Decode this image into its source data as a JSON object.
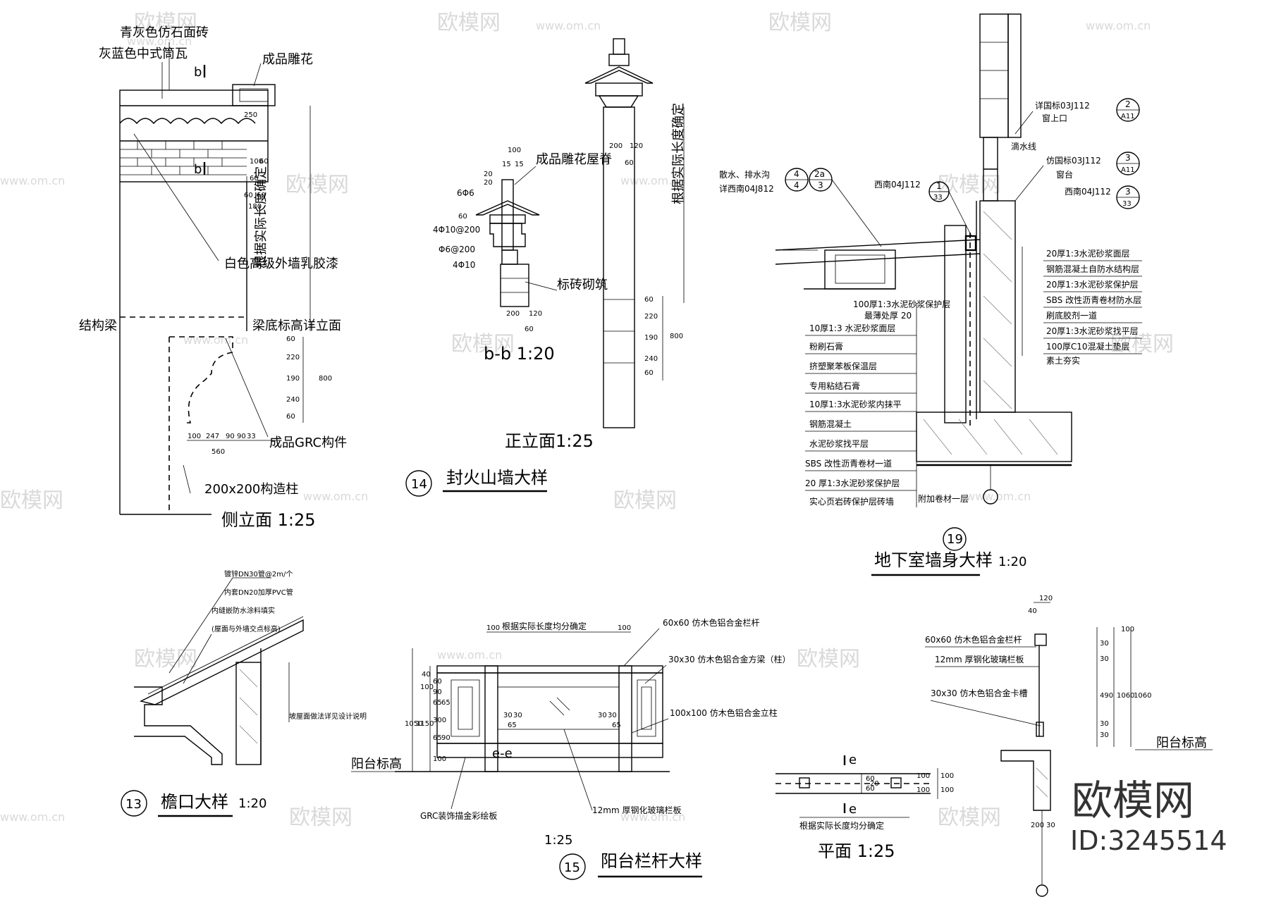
{
  "watermark": {
    "text": "欧模网",
    "url": "www.om.cn"
  },
  "brand": {
    "name": "欧模网",
    "id": "ID:3245514"
  },
  "side_elevation": {
    "title": "侧立面  1:25",
    "labels": [
      "青灰色仿石面砖",
      "灰蓝色中式筒瓦",
      "成品雕花",
      "白色高级外墙乳胶漆",
      "结构梁",
      "梁底标高详立面",
      "成品GRC构件",
      "200x200构造柱",
      "根据实际长度确定"
    ],
    "section_marks": [
      "b",
      "b"
    ],
    "dims": [
      "250",
      "60",
      "60",
      "60",
      "180",
      "60",
      "220",
      "190",
      "240",
      "60",
      "800",
      "100",
      "247",
      "90",
      "90",
      "33",
      "560",
      "100",
      "60"
    ]
  },
  "detail_14": {
    "number": "14",
    "title": "封火山墙大样",
    "bb_title": "b-b  1:20",
    "front_title": "正立面1:25",
    "labels": [
      "成品雕花屋脊",
      "6Φ6",
      "4Φ10@200",
      "Φ6@200",
      "4Φ10",
      "标砖砌筑",
      "根据实际长度确定"
    ],
    "dims": [
      "100",
      "15",
      "15",
      "20",
      "20",
      "60",
      "200",
      "120",
      "60",
      "200",
      "120",
      "60",
      "60",
      "220",
      "190",
      "240",
      "60",
      "800"
    ]
  },
  "detail_19": {
    "number": "19",
    "title": "地下室墙身大样",
    "scale": "1:20",
    "top_refs": [
      {
        "text": "散水、排水沟",
        "a": "4",
        "b": "4",
        "c": "2a",
        "d": "3"
      },
      {
        "text": "详西南04J812"
      },
      {
        "text": "西南04J112",
        "a": "1",
        "b": "33"
      },
      {
        "text": "详国标03J112",
        "a": "2",
        "b": "A11"
      },
      {
        "text": "窗上口"
      },
      {
        "text": "滴水线"
      },
      {
        "text": "仿国标03J112",
        "a": "3",
        "b": "A11"
      },
      {
        "text": "窗台"
      },
      {
        "text": "西南04J112",
        "a": "3",
        "b": "33"
      }
    ],
    "layers_right": [
      "20厚1:3水泥砂浆面层",
      "钢筋混凝土自防水结构层",
      "20厚1:3水泥砂浆保护层",
      "SBS 改性沥青卷材防水层",
      "刷底胶剂一道",
      "20厚1:3水泥砂浆找平层",
      "100厚C10混凝土垫层",
      "素土夯实"
    ],
    "layers_left": [
      "100厚1:3水泥砂浆保护层",
      "最薄处厚 20",
      "10厚1:3 水泥砂浆面层",
      "粉刷石膏",
      "挤塑聚苯板保温层",
      "专用粘结石膏",
      "10厚1:3水泥砂浆内抹平",
      "钢筋混凝土",
      "水泥砂浆找平层",
      "SBS 改性沥青卷材一道",
      "20 厚1:3水泥砂浆保护层",
      "实心页岩砖保护层砖墙",
      "附加卷材一层"
    ]
  },
  "detail_13": {
    "number": "13",
    "title": "檐口大样",
    "scale": "1:20",
    "labels": [
      "镀锌DN30管@2m/个",
      "内套DN20加厚PVC管",
      "内缝嵌防水涂料填实",
      "(屋面与外墙交点标高)",
      "坡屋面做法详见设计说明"
    ]
  },
  "detail_15": {
    "number": "15",
    "title": "阳台栏杆大样",
    "scale": "1:25",
    "section": "e-e",
    "labels": [
      "根据实际长度均分确定",
      "60x60  仿木色铝合金栏杆",
      "30x30  仿木色铝合金方梁（柱）",
      "100x100  仿木色铝合金立柱",
      "阳台标高",
      "GRC装饰描金彩绘板",
      "12mm   厚钢化玻璃栏板"
    ],
    "dims": [
      "100",
      "100",
      "40",
      "100",
      "60",
      "90",
      "65",
      "65",
      "300",
      "1050",
      "1150",
      "65",
      "90",
      "100",
      "30",
      "30",
      "65",
      "30",
      "30",
      "65"
    ]
  },
  "plan": {
    "title": "平面   1:25",
    "marks": [
      "e",
      "e"
    ],
    "labels": [
      "根据实际长度均分确定"
    ],
    "dims": [
      "100",
      "100",
      "60",
      "60",
      "20",
      "100",
      "100"
    ]
  },
  "rail_section": {
    "labels": [
      "60x60  仿木色铝合金栏杆",
      "12mm  厚钢化玻璃栏板",
      "30x30  仿木色铝合金卡槽",
      "阳台标高"
    ],
    "dims": [
      "120",
      "40",
      "100",
      "30",
      "30",
      "490",
      "30",
      "30",
      "1060",
      "1060",
      "200",
      "30"
    ]
  }
}
